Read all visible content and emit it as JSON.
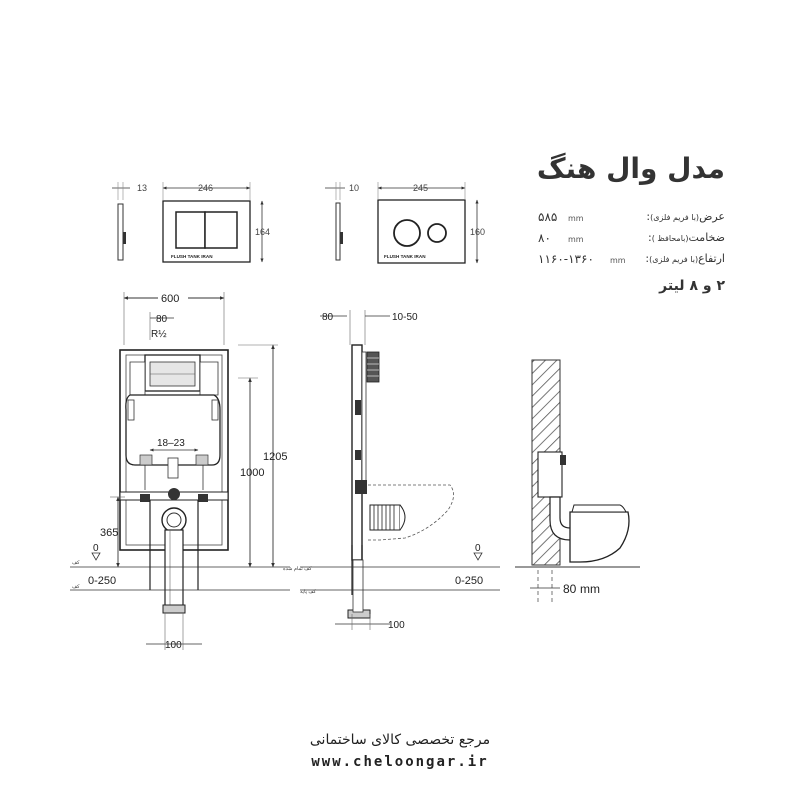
{
  "spec": {
    "title": "مدل وال هنگ",
    "rows": [
      {
        "label": "عرض",
        "note": "(با فریم فلزی)",
        "value": "۵۸۵",
        "unit": "mm"
      },
      {
        "label": "ضخامت",
        "note": "(بامحافظ )",
        "value": "۸۰",
        "unit": "mm"
      },
      {
        "label": "ارتفاع",
        "note": "(با فریم فلزی)",
        "value": "۱۱۶۰-۱۳۶۰",
        "unit": "mm"
      }
    ],
    "capacity": "۲ و ۸ لیتر"
  },
  "plates": {
    "left": {
      "thickness": "13",
      "width": "246",
      "height": "164",
      "brand": "FLUSH TANK IRAN"
    },
    "right": {
      "thickness": "10",
      "width": "245",
      "height": "160",
      "brand": "FLUSH TANK IRAN"
    }
  },
  "front_view": {
    "width": "600",
    "offset": "80",
    "inlet": "R½",
    "height_total": "1205",
    "height_frame": "1000",
    "spacing": "18–23",
    "drain_height": "365",
    "zero": "0",
    "floor_range": "0-250",
    "pipe": "100",
    "floor_finish_label": "کف",
    "floor_base_label": "کف"
  },
  "side_view": {
    "depth": "80",
    "wall_gap": "10-50",
    "finished_floor_label": "کف تمام شده",
    "base_floor_label": "کف پایه",
    "zero": "0",
    "floor_range": "0-250",
    "pipe": "100"
  },
  "section_view": {
    "wall_depth": "80",
    "unit": "mm"
  },
  "footer": {
    "tagline": "مرجع تخصصی کالای ساختمانی",
    "url": "www.cheloongar.ir"
  }
}
